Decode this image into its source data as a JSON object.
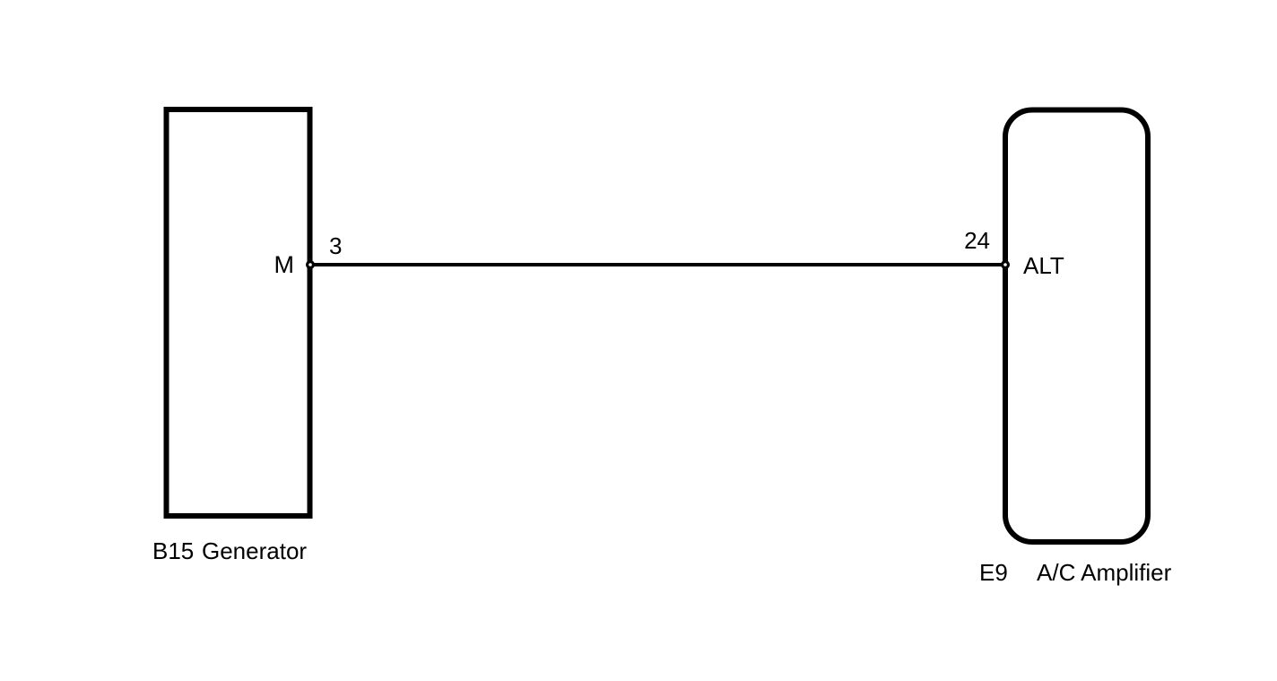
{
  "diagram": {
    "type": "wiring-diagram",
    "colors": {
      "background": "#ffffff",
      "line": "#000000"
    },
    "components": {
      "generator": {
        "code": "B15",
        "name": "Generator",
        "pin_name": "M",
        "pin_number": "3",
        "shape": "rectangle-sharp-corners"
      },
      "ac_amplifier": {
        "code": "E9",
        "name": "A/C Amplifier",
        "pin_name": "ALT",
        "pin_number": "24",
        "shape": "rectangle-rounded-corners"
      }
    },
    "wire": {
      "from_component": "B15",
      "from_pin": "3",
      "to_component": "E9",
      "to_pin": "24"
    }
  }
}
